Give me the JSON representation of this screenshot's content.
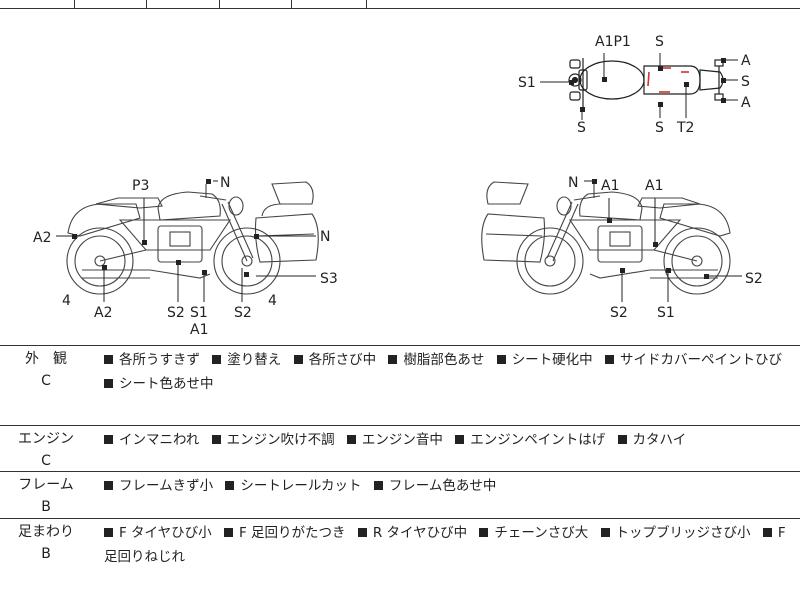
{
  "diagram_labels": {
    "top_view": {
      "a1p1": "A1P1",
      "s_top": "S",
      "s1": "S1",
      "s_front": "S",
      "s_rear_a": "S",
      "t2": "T2",
      "a_top": "A",
      "s_right": "S",
      "a_bottom": "A"
    },
    "left_view": {
      "p3": "P3",
      "n_top": "N",
      "a2_left": "A2",
      "n_right": "N",
      "s3": "S3",
      "four_left": "4",
      "a2_bottom": "A2",
      "s2_a": "S2",
      "s1": "S1",
      "a1": "A1",
      "s2_b": "S2",
      "four_right": "4"
    },
    "right_view": {
      "n": "N",
      "a1_a": "A1",
      "a1_b": "A1",
      "s2_right": "S2",
      "s2_bottom": "S2",
      "s1_bottom": "S1"
    }
  },
  "rows": [
    {
      "name": "外　観",
      "grade": "C",
      "items": [
        "各所うすきず",
        "塗り替え",
        "各所さび中",
        "樹脂部色あせ",
        "シート硬化中",
        "サイドカバーペイントひび",
        "シート色あせ中"
      ]
    },
    {
      "name": "エンジン",
      "grade": "C",
      "items": [
        "インマニわれ",
        "エンジン吹け不調",
        "エンジン音中",
        "エンジンペイントはげ",
        "カタハイ"
      ]
    },
    {
      "name": "フレーム",
      "grade": "B",
      "items": [
        "フレームきず小",
        "シートレールカット",
        "フレーム色あせ中"
      ]
    },
    {
      "name": "足まわり",
      "grade": "B",
      "items": [
        "F タイヤひび小",
        "F 足回りがたつき",
        "R タイヤひび中",
        "チェーンさび大",
        "トップブリッジさび小",
        "F 足回りねじれ"
      ]
    }
  ]
}
